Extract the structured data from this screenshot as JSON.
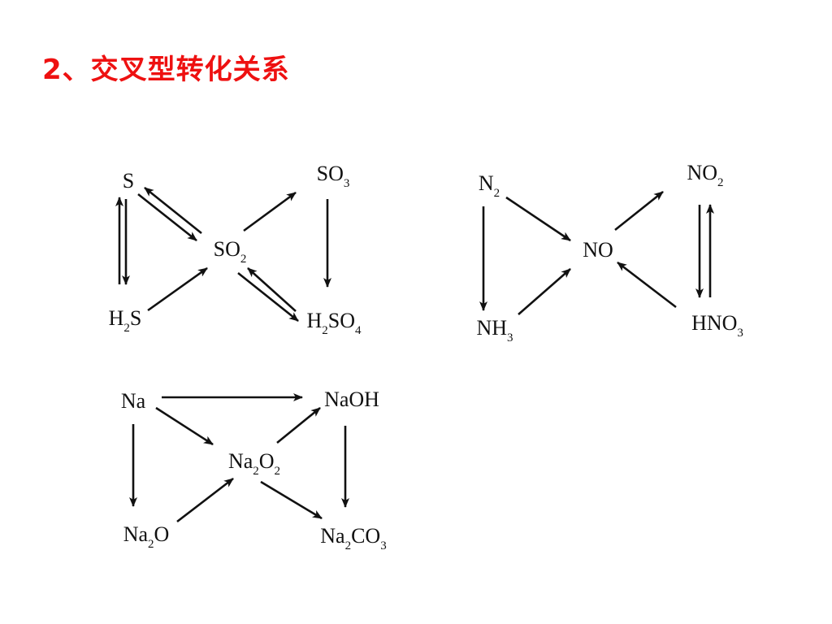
{
  "slide": {
    "title": "2、交叉型转化关系",
    "title_color": "#ee1111"
  },
  "diagrams": {
    "sulfur": {
      "nodes": {
        "S": [
          {
            "t": "S"
          }
        ],
        "SO2": [
          {
            "t": "SO"
          },
          {
            "t": "2",
            "sub": true
          }
        ],
        "SO3": [
          {
            "t": "SO"
          },
          {
            "t": "3",
            "sub": true
          }
        ],
        "H2S": [
          {
            "t": "H"
          },
          {
            "t": "2",
            "sub": true
          },
          {
            "t": "S"
          }
        ],
        "H2SO4": [
          {
            "t": "H"
          },
          {
            "t": "2",
            "sub": true
          },
          {
            "t": "SO"
          },
          {
            "t": "4",
            "sub": true
          }
        ]
      },
      "arrows": [
        {
          "from": "S",
          "to": "H2S"
        },
        {
          "from": "H2S",
          "to": "S"
        },
        {
          "from": "S",
          "to": "SO2"
        },
        {
          "from": "SO2",
          "to": "S"
        },
        {
          "from": "H2S",
          "to": "SO2"
        },
        {
          "from": "SO2",
          "to": "SO3"
        },
        {
          "from": "SO3",
          "to": "H2SO4"
        },
        {
          "from": "SO2",
          "to": "H2SO4"
        },
        {
          "from": "H2SO4",
          "to": "SO2"
        }
      ]
    },
    "nitrogen": {
      "nodes": {
        "N2": [
          {
            "t": "N"
          },
          {
            "t": "2",
            "sub": true
          }
        ],
        "NO": [
          {
            "t": "NO"
          }
        ],
        "NO2": [
          {
            "t": "NO"
          },
          {
            "t": "2",
            "sub": true
          }
        ],
        "NH3": [
          {
            "t": "NH"
          },
          {
            "t": "3",
            "sub": true
          }
        ],
        "HNO3": [
          {
            "t": "HNO"
          },
          {
            "t": "3",
            "sub": true
          }
        ]
      },
      "arrows": [
        {
          "from": "N2",
          "to": "NH3"
        },
        {
          "from": "N2",
          "to": "NO"
        },
        {
          "from": "NH3",
          "to": "NO"
        },
        {
          "from": "NO",
          "to": "NO2"
        },
        {
          "from": "NO2",
          "to": "HNO3"
        },
        {
          "from": "HNO3",
          "to": "NO2"
        },
        {
          "from": "HNO3",
          "to": "NO"
        }
      ]
    },
    "sodium": {
      "nodes": {
        "Na": [
          {
            "t": "Na"
          }
        ],
        "NaOH": [
          {
            "t": "NaOH"
          }
        ],
        "Na2O2": [
          {
            "t": "Na"
          },
          {
            "t": "2",
            "sub": true
          },
          {
            "t": "O"
          },
          {
            "t": "2",
            "sub": true
          }
        ],
        "Na2O": [
          {
            "t": "Na"
          },
          {
            "t": "2",
            "sub": true
          },
          {
            "t": "O"
          }
        ],
        "Na2CO3": [
          {
            "t": "Na"
          },
          {
            "t": "2",
            "sub": true
          },
          {
            "t": "CO"
          },
          {
            "t": "3",
            "sub": true
          }
        ]
      },
      "arrows": [
        {
          "from": "Na",
          "to": "NaOH"
        },
        {
          "from": "Na",
          "to": "Na2O2"
        },
        {
          "from": "Na",
          "to": "Na2O"
        },
        {
          "from": "Na2O",
          "to": "Na2O2"
        },
        {
          "from": "Na2O2",
          "to": "NaOH"
        },
        {
          "from": "Na2O2",
          "to": "Na2CO3"
        },
        {
          "from": "NaOH",
          "to": "Na2CO3"
        }
      ]
    }
  }
}
